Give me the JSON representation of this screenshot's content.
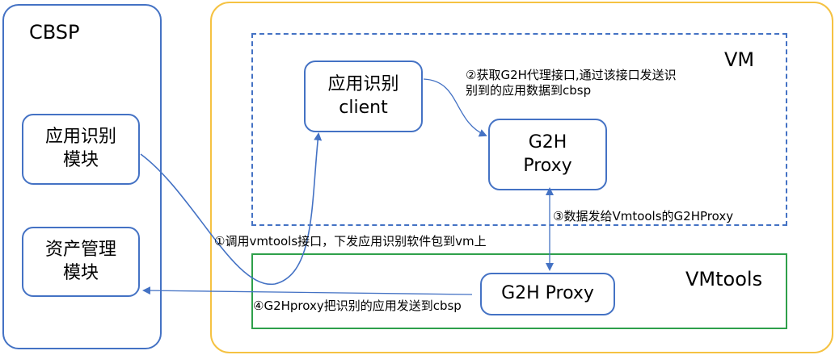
{
  "colors": {
    "blue": "#4472c4",
    "gold": "#f5c242",
    "green": "#2ea04a"
  },
  "cbsp": {
    "title": "CBSP",
    "app_module": "应用识别\n模块",
    "asset_module": "资产管理\n模块"
  },
  "vm": {
    "title": "VM",
    "client": "应用识别\nclient",
    "proxy": "G2H\nProxy"
  },
  "vmtools": {
    "title": "VMtools",
    "proxy": "G2H Proxy"
  },
  "steps": {
    "s1": "①调用vmtools接口，下发应用识别软件包到vm上",
    "s2": "②获取G2H代理接口,通过该接口发送识\n别到的应用数据到cbsp",
    "s3": "③数据发给Vmtools的G2HProxy",
    "s4": "④G2Hproxy把识别的应用发送到cbsp"
  }
}
